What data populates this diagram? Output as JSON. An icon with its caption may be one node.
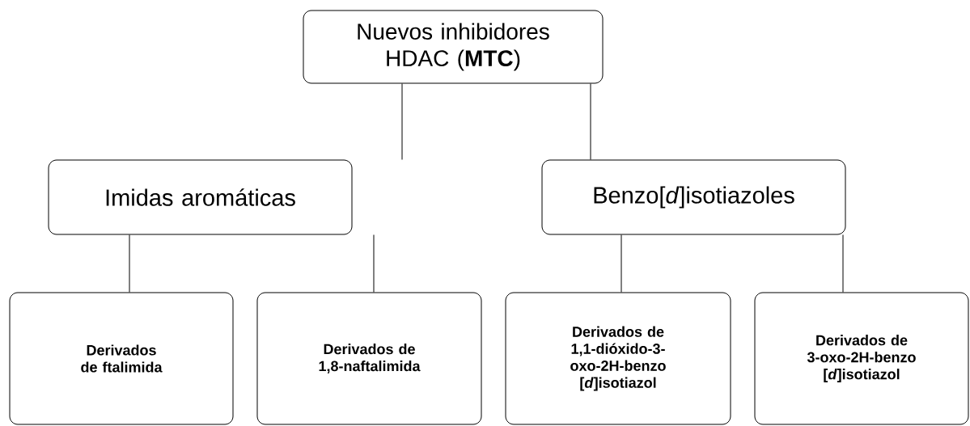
{
  "diagram": {
    "nodes": [
      {
        "text": [
          "Nuevos inhibidores HDAC (**MTC**)"
        ]
      },
      {
        "text": [
          "Imidas aromáticas"
        ]
      },
      {
        "text": [
          "Benzo[*d*]isotiazoles"
        ]
      },
      {
        "text": [
          "Derivados de ftalimida"
        ]
      },
      {
        "text": [
          "Derivados de 1,8-naftalimida"
        ]
      },
      {
        "text": [
          "Derivados de 1,1-dióxido-3-oxo-2H-benzo [*d*]isotiazol"
        ]
      },
      {
        "text": [
          "Derivados de 3-oxo-2H-benzo [*d*]isotiazol"
        ]
      }
    ],
    "edges": [
      {
        "from": 0,
        "to": 1,
        "arrow": "none"
      },
      {
        "from": 0,
        "to": 2,
        "arrow": "none"
      },
      {
        "from": 1,
        "to": 3,
        "arrow": "none"
      },
      {
        "from": 1,
        "to": 4,
        "arrow": "none"
      },
      {
        "from": 2,
        "to": 5,
        "arrow": "none"
      },
      {
        "from": 2,
        "to": 6,
        "arrow": "none"
      }
    ]
  }
}
